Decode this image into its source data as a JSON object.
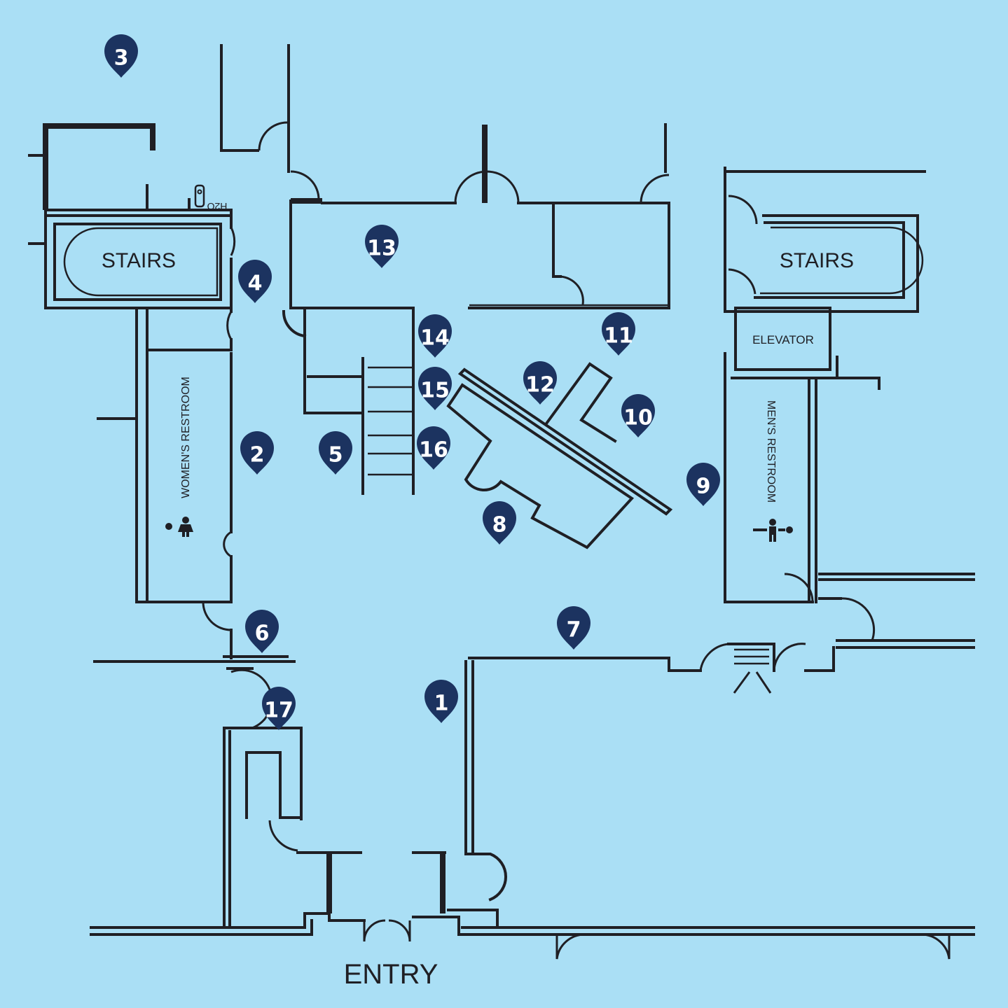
{
  "colors": {
    "background": "#aadff5",
    "walls": "#1f1f24",
    "pin": "#1c3360",
    "pin_text": "#ffffff"
  },
  "labels": {
    "stairs_left": "STAIRS",
    "stairs_right": "STAIRS",
    "elevator": "ELEVATOR",
    "womens_restroom": "WOMEN'S RESTROOM",
    "mens_restroom": "MEN'S RESTROOM",
    "water": "H2O",
    "entry": "ENTRY"
  },
  "icons": [
    "woman-restroom-icon",
    "man-restroom-icon",
    "water-fountain-icon",
    "map-pin-icon"
  ],
  "markers": [
    "1",
    "2",
    "3",
    "4",
    "5",
    "6",
    "7",
    "8",
    "9",
    "10",
    "11",
    "12",
    "13",
    "14",
    "15",
    "16",
    "17"
  ]
}
